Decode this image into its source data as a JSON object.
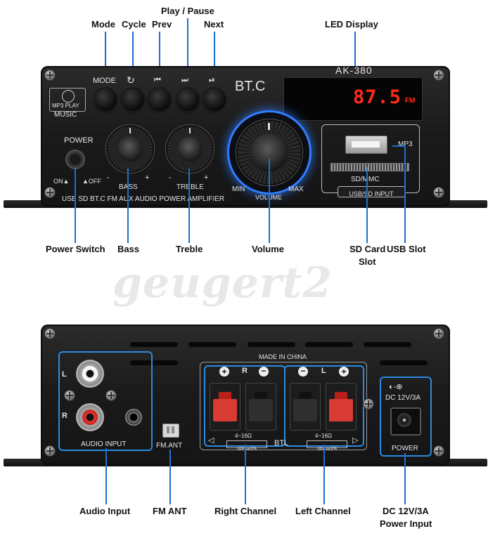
{
  "watermark": "geugert2",
  "top_callouts": {
    "mode": "Mode",
    "cycle": "Cycle",
    "prev": "Prev",
    "play_pause": "Play / Pause",
    "next": "Next",
    "led_display": "LED Display"
  },
  "front_panel": {
    "model": "AK-380",
    "brand": "BT.C",
    "mode_button": "MODE",
    "mp3_badge": "MP3 PLAY",
    "music": "MUSIC",
    "power": "POWER",
    "on_label": "ON",
    "off_label": "OFF",
    "bass": "BASS",
    "treble": "TREBLE",
    "minus": "-",
    "plus": "+",
    "min": "MIN",
    "max": "MAX",
    "volume": "VOLUME",
    "led_value": "87.5",
    "led_unit": "FM",
    "mp3": "MP3",
    "sd_mmc": "SD/MMC",
    "usb_sd_input": "USB/SD INPUT",
    "tagline": "USB SD BT.C FM AUX AUDIO POWER AMPLIFIER"
  },
  "mid_callouts": {
    "power_switch": "Power Switch",
    "bass": "Bass",
    "treble": "Treble",
    "volume": "Volume",
    "sd_card_slot_line1": "SD Card",
    "sd_card_slot_line2": "Slot",
    "usb_slot": "USB Slot"
  },
  "rear_panel": {
    "made_in": "MADE IN CHINA",
    "l": "L",
    "r": "R",
    "audio_input": "AUDIO INPUT",
    "fm_ant": "FM.ANT",
    "right_ch_label": "R",
    "left_ch_label": "L",
    "speaker": "SPEAKER",
    "ohm": "4~16Ω",
    "btl": "BTL",
    "dc_label": "DC 12V/3A",
    "power": "POWER"
  },
  "bottom_callouts": {
    "audio_input": "Audio Input",
    "fm_ant": "FM ANT",
    "right_channel": "Right Channel",
    "left_channel": "Left Channel",
    "dc_line1": "DC 12V/3A",
    "dc_line2": "Power Input"
  },
  "colors": {
    "callout_line": "#1f6fd1",
    "panel": "#1e1e1e",
    "led": "#ff2a1a",
    "volume_ring": "#2f7dff",
    "speaker_red": "#d83a34"
  }
}
